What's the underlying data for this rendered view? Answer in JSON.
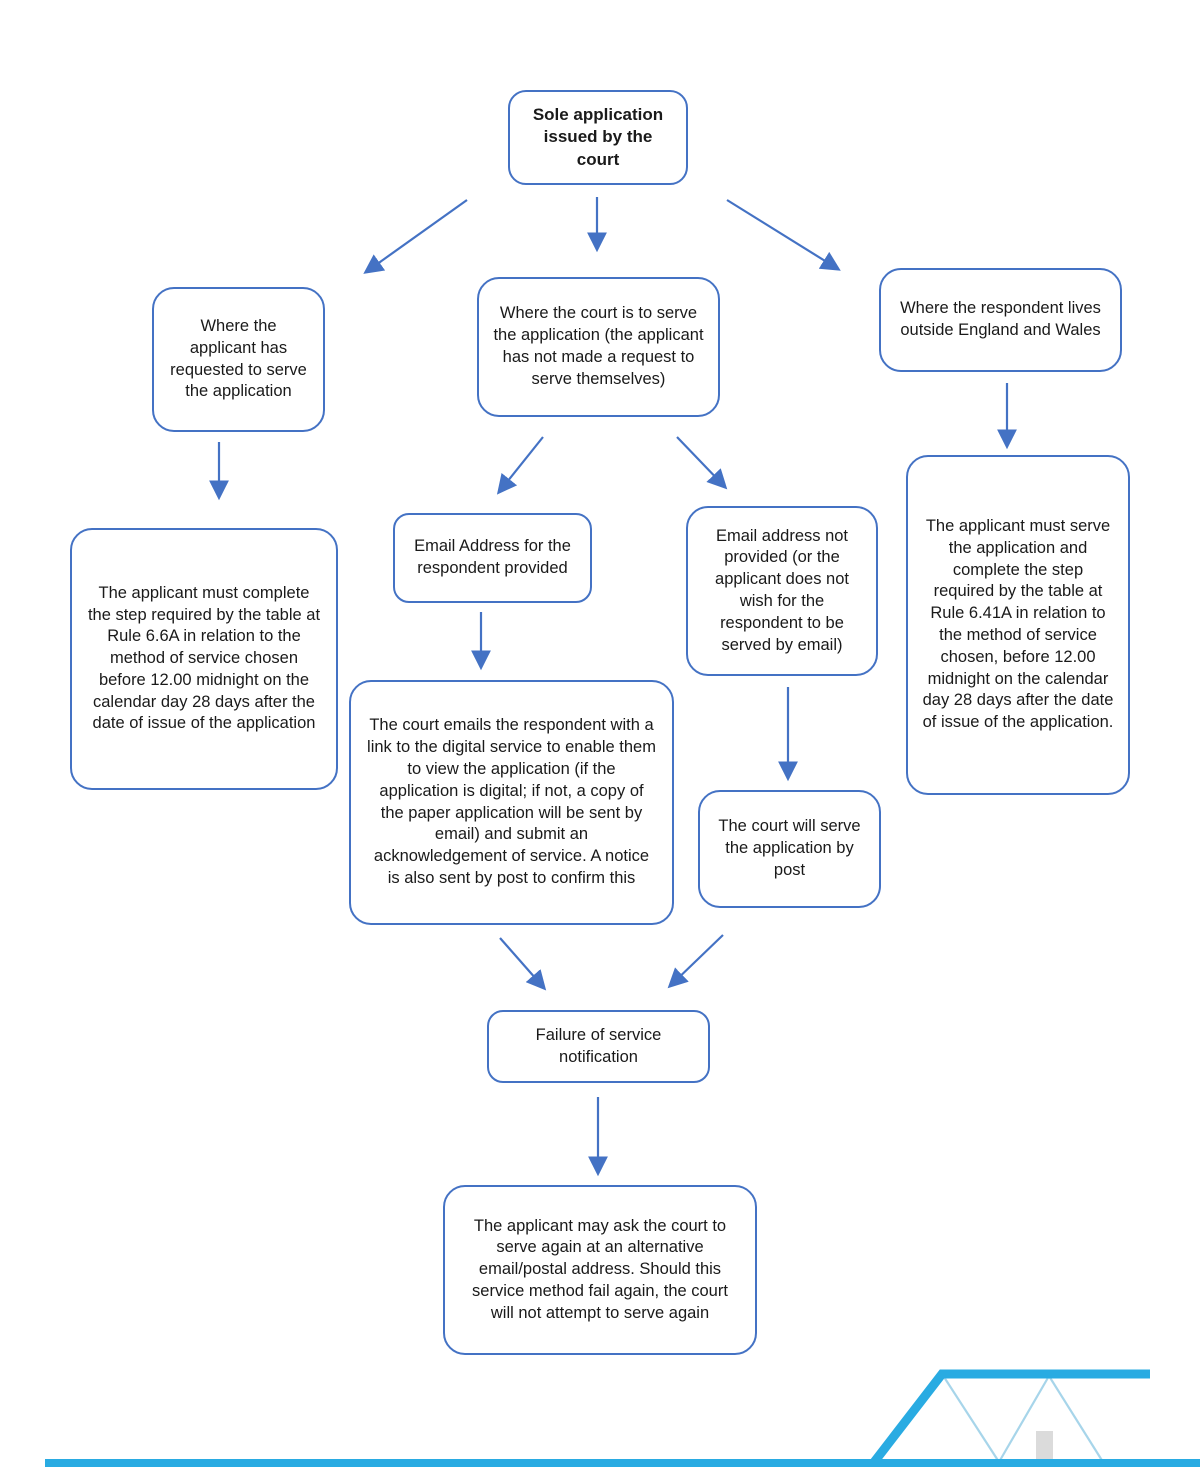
{
  "diagram": {
    "type": "flowchart",
    "nodes": {
      "sole_application": {
        "text": "Sole application issued by the court"
      },
      "applicant_requested": {
        "text": "Where the applicant has requested to serve the application"
      },
      "court_to_serve": {
        "text": "Where the court is to serve the application (the applicant has not made a request to serve themselves)"
      },
      "respondent_outside": {
        "text": "Where the respondent lives outside England and Wales"
      },
      "rule_66a": {
        "text": "The applicant must complete the step required by the table at Rule 6.6A in relation to the method of service chosen before 12.00 midnight on the calendar day 28 days after the date of issue of the application"
      },
      "email_provided": {
        "text": "Email Address for the respondent provided"
      },
      "email_not_provided": {
        "text": "Email address not provided (or the applicant does not wish for the respondent to be served by email)"
      },
      "rule_641a": {
        "text": "The applicant must serve the application and complete the step required by the table at Rule 6.41A in relation to the method of service chosen, before 12.00 midnight on the calendar day 28 days after the date of issue of the application."
      },
      "court_emails": {
        "text": "The court emails the respondent with a link to the digital service to enable them to view the application (if the application is digital; if not, a copy of the paper application will be sent by email) and submit an acknowledgement of service. A notice is also sent by post to confirm this"
      },
      "serve_by_post": {
        "text": "The court will serve the application by post"
      },
      "failure_notification": {
        "text": "Failure of service notification"
      },
      "serve_again": {
        "text": "The applicant may ask the court to serve again at an alternative email/postal address. Should this service method fail again, the court will not attempt to serve again"
      }
    },
    "edges": [
      {
        "from": "sole_application",
        "to": "applicant_requested"
      },
      {
        "from": "sole_application",
        "to": "court_to_serve"
      },
      {
        "from": "sole_application",
        "to": "respondent_outside"
      },
      {
        "from": "applicant_requested",
        "to": "rule_66a"
      },
      {
        "from": "court_to_serve",
        "to": "email_provided"
      },
      {
        "from": "court_to_serve",
        "to": "email_not_provided"
      },
      {
        "from": "respondent_outside",
        "to": "rule_641a"
      },
      {
        "from": "email_provided",
        "to": "court_emails"
      },
      {
        "from": "email_not_provided",
        "to": "serve_by_post"
      },
      {
        "from": "court_emails",
        "to": "failure_notification"
      },
      {
        "from": "serve_by_post",
        "to": "failure_notification"
      },
      {
        "from": "failure_notification",
        "to": "serve_again"
      }
    ],
    "colors": {
      "box_border": "#4472C4",
      "arrow": "#4472C4",
      "text": "#1a1a1a",
      "footer_bar": "#29ABE2",
      "logo_thick_line": "#29ABE2",
      "logo_triangle_outline": "#A7D5EA",
      "logo_door": "#DBDBDB"
    }
  }
}
